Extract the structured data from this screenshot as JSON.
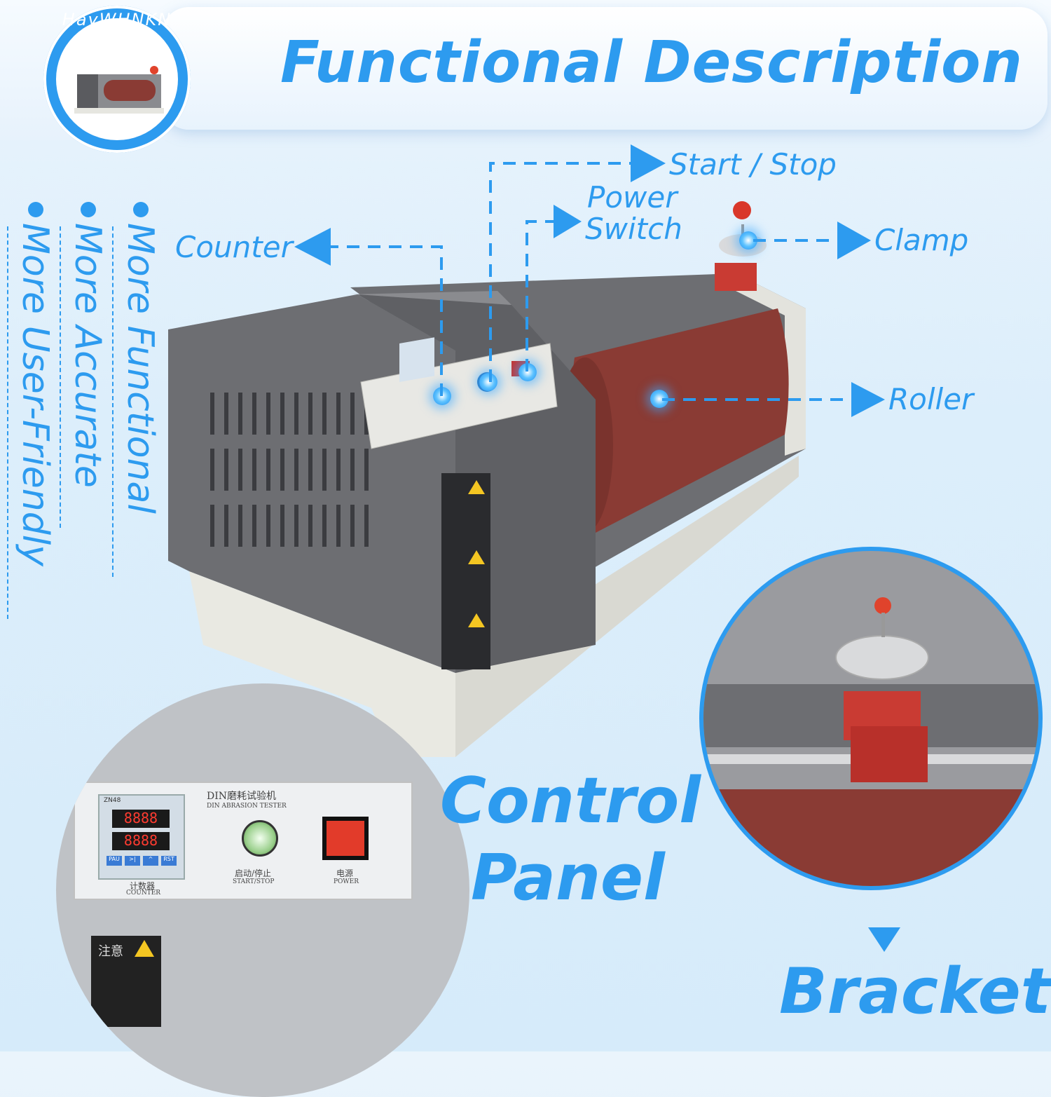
{
  "header": {
    "title": "Functional Description",
    "logo_text": "HayWHNKN"
  },
  "features": [
    "More Functional",
    "More Accurate",
    "More User-Friendly"
  ],
  "callouts": {
    "counter": "Counter",
    "start_stop": "Start / Stop",
    "power_switch_line1": "Power",
    "power_switch_line2": "Switch",
    "clamp": "Clamp",
    "roller": "Roller"
  },
  "panel_labels": {
    "machine_name_cn": "DIN磨耗试验机",
    "machine_name_en": "DIN ABRASION TESTER",
    "counter_cn": "计数器",
    "counter_en": "COUNTER",
    "start_cn": "启动/停止",
    "start_en": "START/STOP",
    "power_cn": "电源",
    "power_en": "POWER",
    "display_top": "8888",
    "display_bottom": "8888",
    "model": "ZN48",
    "key1": "PAU",
    "key2": ">|",
    "key3": "^",
    "key4": "RST",
    "warning": "注意"
  },
  "detail_labels": {
    "control_line1": "Control",
    "control_line2": "Panel",
    "bracket": "Bracket"
  },
  "colors": {
    "accent": "#2d9bef",
    "machine_gray": "#6d6e72",
    "roller_red": "#8a3b34",
    "knob_red": "#e0432c"
  }
}
